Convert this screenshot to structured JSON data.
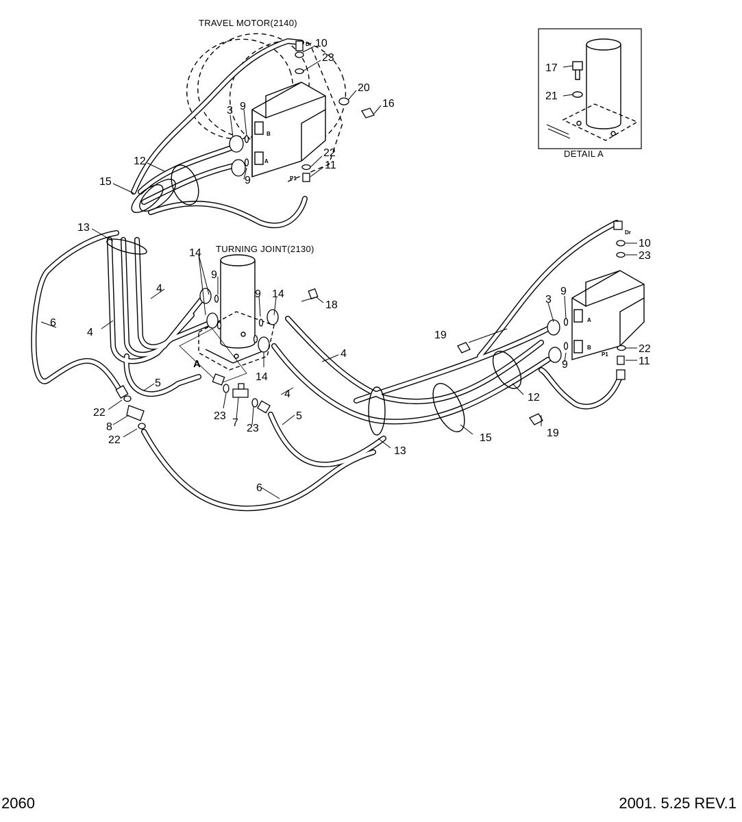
{
  "titles": {
    "travel_motor": "TRAVEL MOTOR(2140)",
    "turning_joint": "TURNING JOINT(2130)",
    "detail": "DETAIL A",
    "section_marker": "A"
  },
  "port_marks": {
    "dr": "Dr",
    "a": "A",
    "b": "B",
    "p1": "P1"
  },
  "part_labels": {
    "upper": [
      "3",
      "9",
      "9",
      "10",
      "11",
      "12",
      "15",
      "16",
      "20",
      "22",
      "23"
    ],
    "left": [
      "4",
      "4",
      "5",
      "6",
      "8",
      "13",
      "22",
      "22"
    ],
    "center": [
      "7",
      "9",
      "9",
      "14",
      "14",
      "14",
      "18",
      "23",
      "23"
    ],
    "right": [
      "3",
      "4",
      "4",
      "5",
      "6",
      "9",
      "9",
      "10",
      "11",
      "12",
      "13",
      "15",
      "19",
      "19",
      "22",
      "23"
    ],
    "detail": [
      "17",
      "21"
    ]
  },
  "footer": {
    "page_number": "2060",
    "revision": "2001. 5.25  REV.1"
  }
}
